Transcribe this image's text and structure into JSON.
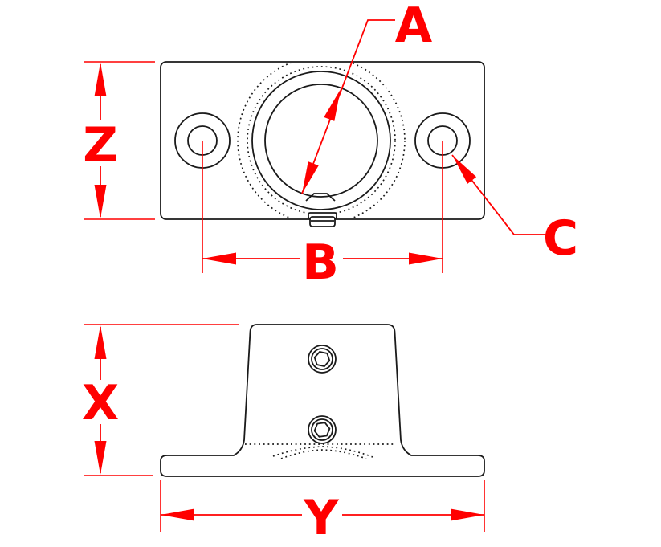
{
  "colors": {
    "dimension_red": "#ff0000",
    "line_black": "#1a1a1a",
    "background": "#ffffff"
  },
  "labels": {
    "a": "A",
    "b": "B",
    "c": "C",
    "x": "X",
    "y": "Y",
    "z": "Z"
  }
}
